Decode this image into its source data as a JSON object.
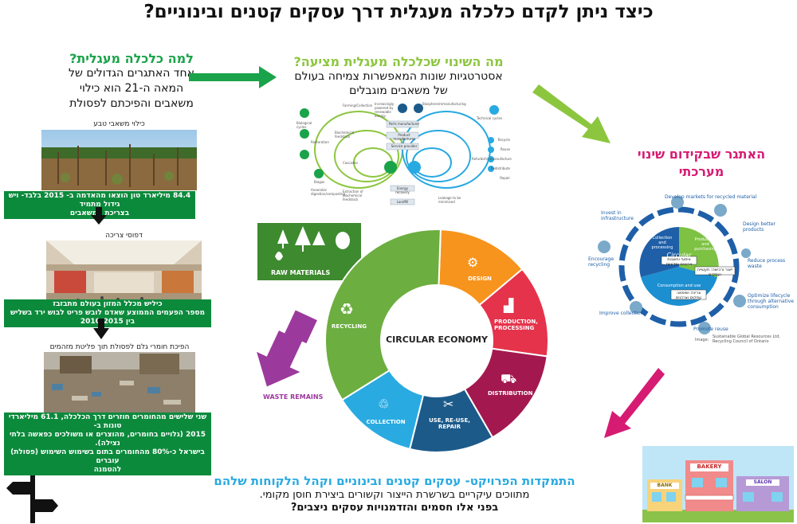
{
  "title": "כיצד ניתן לקדם כלכלה מעגלית דרך עסקים קטנים ובינוניים?",
  "left": {
    "heading": "למה כלכלה מעגלית?",
    "body_lines": [
      "אחד האתגרים הגדולים של",
      "המאה ה-21 הוא כילוי",
      "משאבים והפיכתם לפסולת"
    ],
    "photo1_caption": "כילוי משאבי טבע",
    "band1_lines": [
      "84.4 מיליארד טון הוצאו מהאדמה ב- 2015 בלבד- ויש גידול מתמיד",
      "בצריכת המשאבים"
    ],
    "photo2_caption": "דפוסי צריכה",
    "band2_lines": [
      "כיליש מכלל המזון בעולם מתבזבז",
      "מספר הפעמים הממוצע שאדם לובש פריט לבוש ירד בשליש בין 2010-2015"
    ],
    "photo3_caption": "הפיכת חומרי גלם לפסולת תוך פליטת מזהמים",
    "band3_lines": [
      "שני שלישים מהחומרים חוזרים דרך הכלכלה, 61.1 מיליארדי טונות ב-",
      "2015 (גלויים בחומרים, מהוצרים או משולכים כפאשה בלתי נצילה).",
      "בישראל כ-80% מהחומרים בתום בשימוש השימוש (פסולת) עוברים",
      "להטמנה"
    ]
  },
  "middle": {
    "heading": "מה השינוי שכלכלה מעגלית מציעה?",
    "body_lines": [
      "אסטרטגיות שונות המאפשרות צמיחה בעולם",
      "של משאבים מוגבלים"
    ],
    "butterfly_labels": [
      "Biological cycles",
      "Farming/Collection",
      "Increasingly powered by renewable energy",
      "Biosphere/remanufacturing",
      "Technical cycles",
      "Parts manufacturer",
      "Product manufacturer",
      "Service provider",
      "Restoration",
      "Biochemical feedstock",
      "Cascades",
      "Biogas",
      "Anaerobic digestion/composting",
      "Extraction of biochemical feedstock",
      "Energy recovery",
      "Landfill",
      "Leakage to be minimised",
      "Recycle",
      "Reuse",
      "Refurbish/remanufacture",
      "Redistribute",
      "Repair"
    ]
  },
  "right": {
    "heading_lines": [
      "האתגר שבקידום שינוי",
      "מערכתי"
    ],
    "diagram_labels": [
      "Develop markets for recycled material",
      "Design better products",
      "Reduce process waste",
      "Optimize lifecycle through alternative consumption",
      "Promote reuse",
      "Improve collection",
      "Encourage recycling",
      "Invest in infrastructure",
      "Collection and processing",
      "Production and purchasing",
      "Consumption and use",
      "Circular Economy",
      "Image:",
      "Sustainable Global Resources Ltd, Recycling Council of Ontario"
    ],
    "hebrew_tags": [
      "איסוף וחשבות צרכנים ומדיניות",
      "ייצור ורכישה: תעשייה ועסקים",
      "צריכה ושימוש: עסקים וצרכנים"
    ]
  },
  "wheel": {
    "center": "CIRCULAR ECONOMY",
    "raw_materials": "RAW MATERIALS",
    "waste_remains": "WASTE REMAINS",
    "segments": [
      {
        "label": "DESIGN",
        "color": "#f7941d"
      },
      {
        "label": "PRODUCTION, PROCESSING",
        "color": "#e5334b"
      },
      {
        "label": "DISTRIBUTION",
        "color": "#a3194f"
      },
      {
        "label": "USE, RE-USE, REPAIR",
        "color": "#1c5a8a"
      },
      {
        "label": "COLLECTION",
        "color": "#29abe2"
      },
      {
        "label": "RECYCLING",
        "color": "#6cae3f"
      }
    ],
    "raw_color": "#3d8a2f",
    "waste_color": "#9b3a9c"
  },
  "bottom": {
    "heading": "התמקדות הפרויקט- עסקים קטנים ובינוניים וקהל הלקוחות שלהם",
    "body": "מתווכים עיקריים בשרשרת הייצור וקשורים ביצירת חוסן מקומי.",
    "question": "בפני אלו חסמים והזדמנויות עסקים ניצבים?"
  },
  "shop_signs": [
    "BAKERY",
    "BANK",
    "SALON"
  ],
  "colors": {
    "green_arrow": "#1aa34a",
    "lime_arrow": "#8cc63f",
    "pink_arrow": "#d61b73",
    "black": "#111111"
  }
}
